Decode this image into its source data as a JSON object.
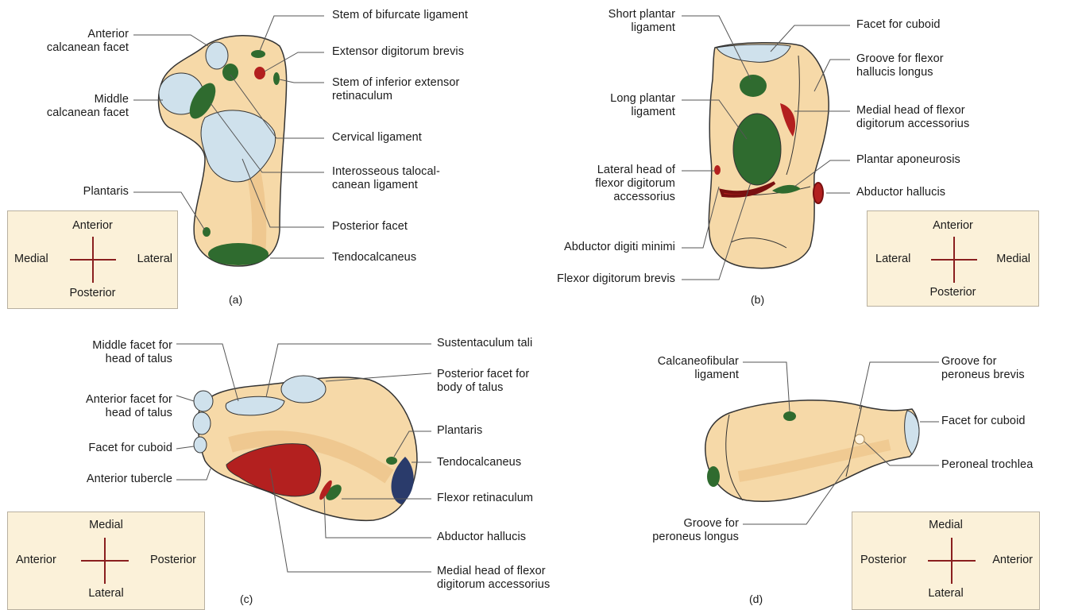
{
  "colors": {
    "bone": "#f6d9a8",
    "bone_shade": "#e8b878",
    "facet": "#cfe1ec",
    "origin": "#2f6b2f",
    "insertion": "#b3201f",
    "leader": "#555555",
    "orient_box": "#fbf1d9",
    "cross": "#8a1f1f"
  },
  "panels": {
    "a": {
      "caption": "(a)",
      "labels": {
        "anterior_calcanean_facet": [
          "Anterior",
          "calcanean facet"
        ],
        "middle_calcanean_facet": [
          "Middle",
          "calcanean facet"
        ],
        "plantaris": [
          "Plantaris"
        ],
        "stem_bifurcate": [
          "Stem of bifurcate ligament"
        ],
        "extensor_digitorum_brevis": [
          "Extensor digitorum brevis"
        ],
        "stem_inferior_extensor": [
          "Stem of inferior extensor",
          "retinaculum"
        ],
        "cervical_ligament": [
          "Cervical ligament"
        ],
        "interosseous": [
          "Interosseous talocal-",
          "canean ligament"
        ],
        "posterior_facet": [
          "Posterior facet"
        ],
        "tendocalcaneus": [
          "Tendocalcaneus"
        ]
      },
      "orientation": {
        "top": "Anterior",
        "left": "Medial",
        "right": "Lateral",
        "bottom": "Posterior"
      }
    },
    "b": {
      "caption": "(b)",
      "labels": {
        "short_plantar": [
          "Short plantar",
          "ligament"
        ],
        "long_plantar": [
          "Long plantar",
          "ligament"
        ],
        "lateral_head_fda": [
          "Lateral head of",
          "flexor digitorum",
          "accessorius"
        ],
        "abductor_digiti_minimi": [
          "Abductor digiti minimi"
        ],
        "flexor_digitorum_brevis": [
          "Flexor digitorum brevis"
        ],
        "facet_cuboid": [
          "Facet for cuboid"
        ],
        "groove_fhl": [
          "Groove for flexor",
          "hallucis longus"
        ],
        "medial_head_fda": [
          "Medial head of flexor",
          "digitorum accessorius"
        ],
        "plantar_aponeurosis": [
          "Plantar aponeurosis"
        ],
        "abductor_hallucis": [
          "Abductor hallucis"
        ]
      },
      "orientation": {
        "top": "Anterior",
        "left": "Lateral",
        "right": "Medial",
        "bottom": "Posterior"
      }
    },
    "c": {
      "caption": "(c)",
      "labels": {
        "middle_facet_head": [
          "Middle facet for",
          "head of talus"
        ],
        "anterior_facet_head": [
          "Anterior facet for",
          "head of talus"
        ],
        "facet_cuboid": [
          "Facet for cuboid"
        ],
        "anterior_tubercle": [
          "Anterior tubercle"
        ],
        "sustentaculum": [
          "Sustentaculum tali"
        ],
        "posterior_facet_body": [
          "Posterior facet for",
          "body of talus"
        ],
        "plantaris": [
          "Plantaris"
        ],
        "tendocalcaneus": [
          "Tendocalcaneus"
        ],
        "flexor_retinaculum": [
          "Flexor retinaculum"
        ],
        "abductor_hallucis": [
          "Abductor hallucis"
        ],
        "medial_head_fda": [
          "Medial head of flexor",
          "digitorum accessorius"
        ]
      },
      "orientation": {
        "top": "Medial",
        "left": "Anterior",
        "right": "Posterior",
        "bottom": "Lateral"
      }
    },
    "d": {
      "caption": "(d)",
      "labels": {
        "calcaneofibular": [
          "Calcaneofibular",
          "ligament"
        ],
        "groove_peroneus_longus": [
          "Groove for",
          "peroneus longus"
        ],
        "groove_peroneus_brevis": [
          "Groove for",
          "peroneus brevis"
        ],
        "facet_cuboid": [
          "Facet for cuboid"
        ],
        "peroneal_trochlea": [
          "Peroneal trochlea"
        ]
      },
      "orientation": {
        "top": "Medial",
        "left": "Posterior",
        "right": "Anterior",
        "bottom": "Lateral"
      }
    }
  }
}
